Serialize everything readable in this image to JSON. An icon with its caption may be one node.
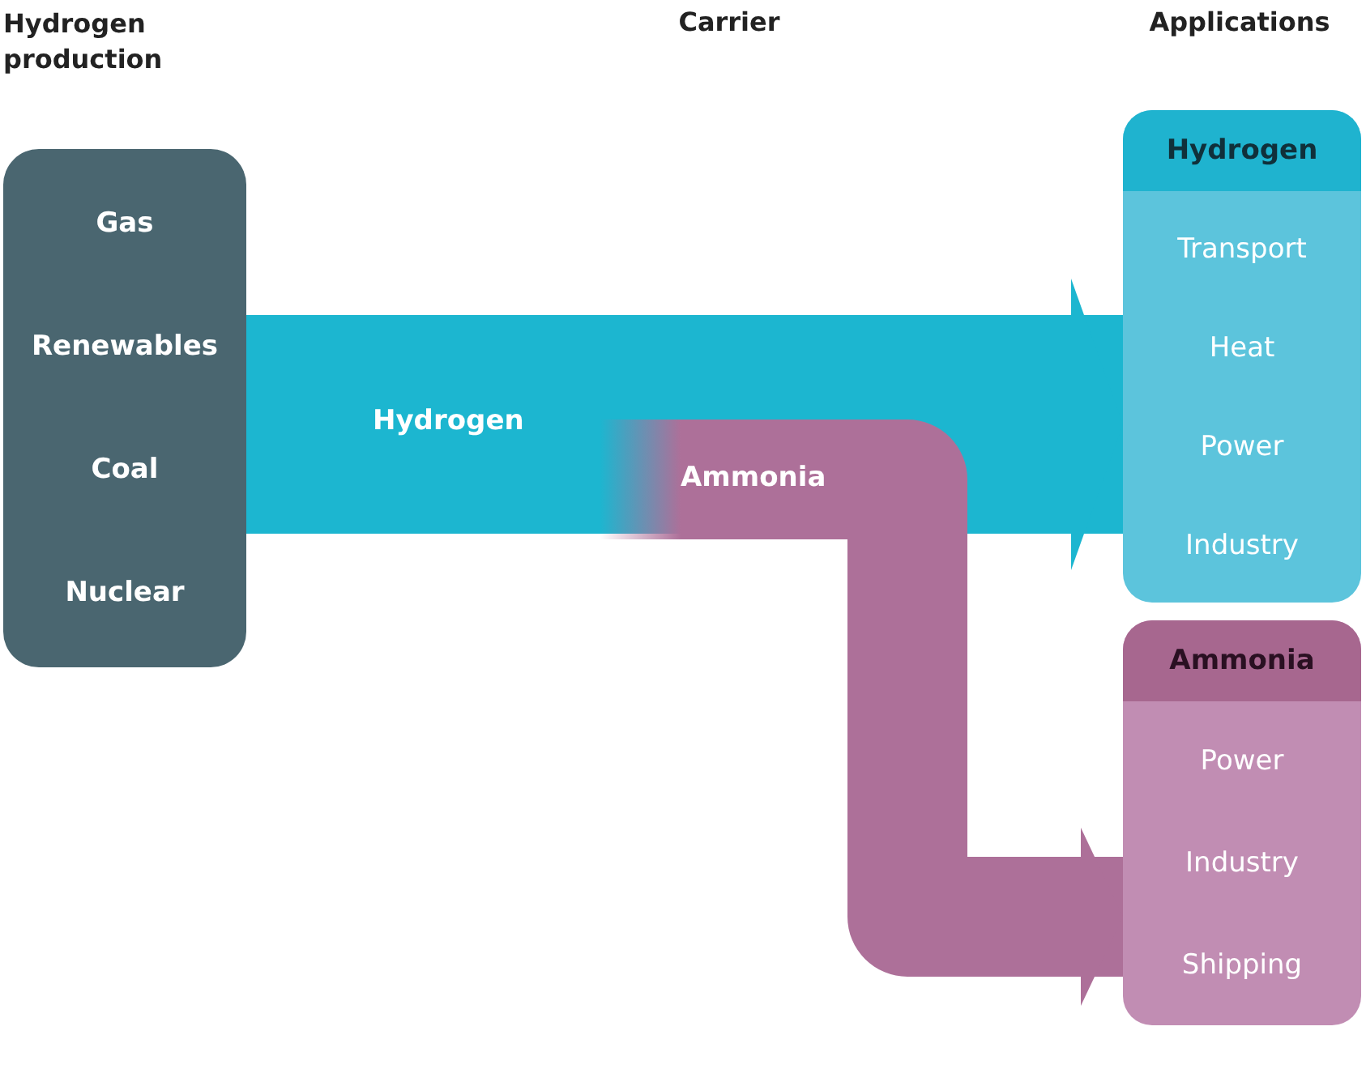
{
  "diagram": {
    "nodes": [
      {
        "text": [
          "Hydrogen production",
          "Gas",
          "Renewables",
          "Coal",
          "Nuclear"
        ]
      },
      {
        "text": [
          "Hydrogen",
          "Transport",
          "Heat",
          "Power",
          "Industry"
        ]
      },
      {
        "text": [
          "Ammonia",
          "Power",
          "Industry",
          "Shipping"
        ]
      }
    ],
    "edges": [
      {
        "from": 0,
        "to": 1,
        "arrow": "to",
        "label": "Hydrogen",
        "color": "#1cb6d0"
      },
      {
        "from": 0,
        "to": 2,
        "arrow": "to",
        "label": "Ammonia",
        "color": "#ad7099"
      }
    ],
    "labels": [
      "Carrier",
      "Applications"
    ]
  }
}
